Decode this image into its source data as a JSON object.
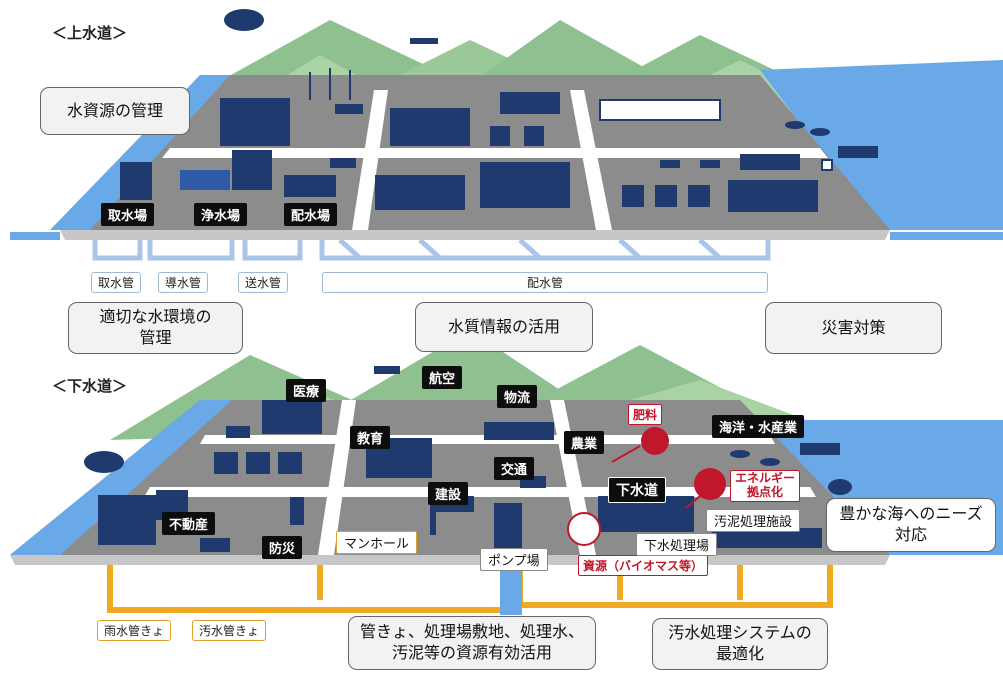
{
  "sections": {
    "water_supply_title": "＜上水道＞",
    "sewerage_title": "＜下水道＞"
  },
  "upper": {
    "callout_water_resources": "水資源の管理",
    "facilities": {
      "intake": "取水場",
      "purification": "浄水場",
      "distribution": "配水場"
    },
    "pipes": {
      "intake_pipe": "取水管",
      "conveyance_pipe": "導水管",
      "transmission_pipe": "送水管",
      "distribution_pipe": "配水管"
    },
    "callouts": {
      "environment": "適切な水環境の\n管理",
      "water_quality": "水質情報の活用",
      "disaster": "災害対策"
    }
  },
  "lower": {
    "tags": {
      "medical": "医療",
      "aviation": "航空",
      "logistics": "物流",
      "education": "教育",
      "agriculture": "農業",
      "marine": "海洋・水産業",
      "traffic": "交通",
      "construction": "建設",
      "sewerage": "下水道",
      "real_estate": "不動産",
      "disaster_prevention": "防災"
    },
    "red_labels": {
      "fertilizer": "肥料",
      "energy_hub": "エネルギー\n拠点化",
      "resource_biomass": "資源（バイオマス等）"
    },
    "facility_labels": {
      "manhole": "マンホール",
      "pump_station": "ポンプ場",
      "sludge_facility": "汚泥処理施設",
      "treatment_plant": "下水処理場"
    },
    "callouts": {
      "rich_sea": "豊かな海へのニーズ\n対応",
      "resource_use": "管きょ、処理場敷地、処理水、\n汚泥等の資源有効活用",
      "optimization": "汚水処理システムの\n最適化"
    },
    "pipes": {
      "stormwater": "雨水管きょ",
      "sewage": "汚水管きょ"
    }
  },
  "colors": {
    "mountain": "#8fc08f",
    "mountain_light": "#a9d3a5",
    "ground": "#8c8c8c",
    "road": "#ffffff",
    "water": "#6aa9e8",
    "navy": "#1f3a6e",
    "pipe_blue": "#a9c6ea",
    "pipe_orange": "#f0a920",
    "accent_red": "#c0182a"
  }
}
